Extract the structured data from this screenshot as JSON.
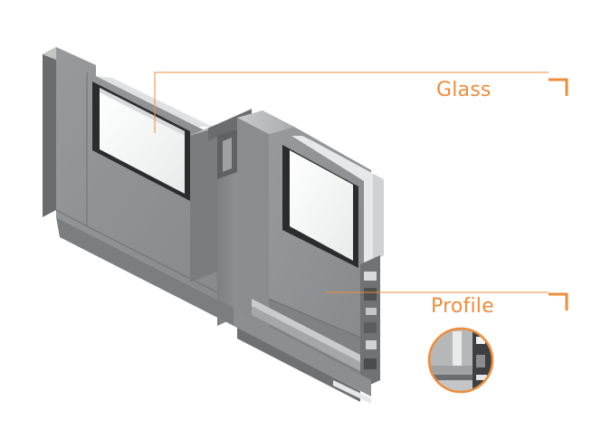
{
  "callouts": {
    "glass": {
      "label": "Glass"
    },
    "profile": {
      "label": "Profile"
    }
  },
  "colors": {
    "accent": "#ef8c3c",
    "aluminium": "#8e9092",
    "aluminium_dark": "#6f7173",
    "aluminium_light": "#b8babb",
    "glass": "#f4f5f5",
    "background": "#ffffff"
  },
  "icons": {
    "glass_corner": "corner-bracket-icon",
    "profile_corner": "corner-bracket-icon",
    "profile_detail": "magnified-profile-detail"
  }
}
